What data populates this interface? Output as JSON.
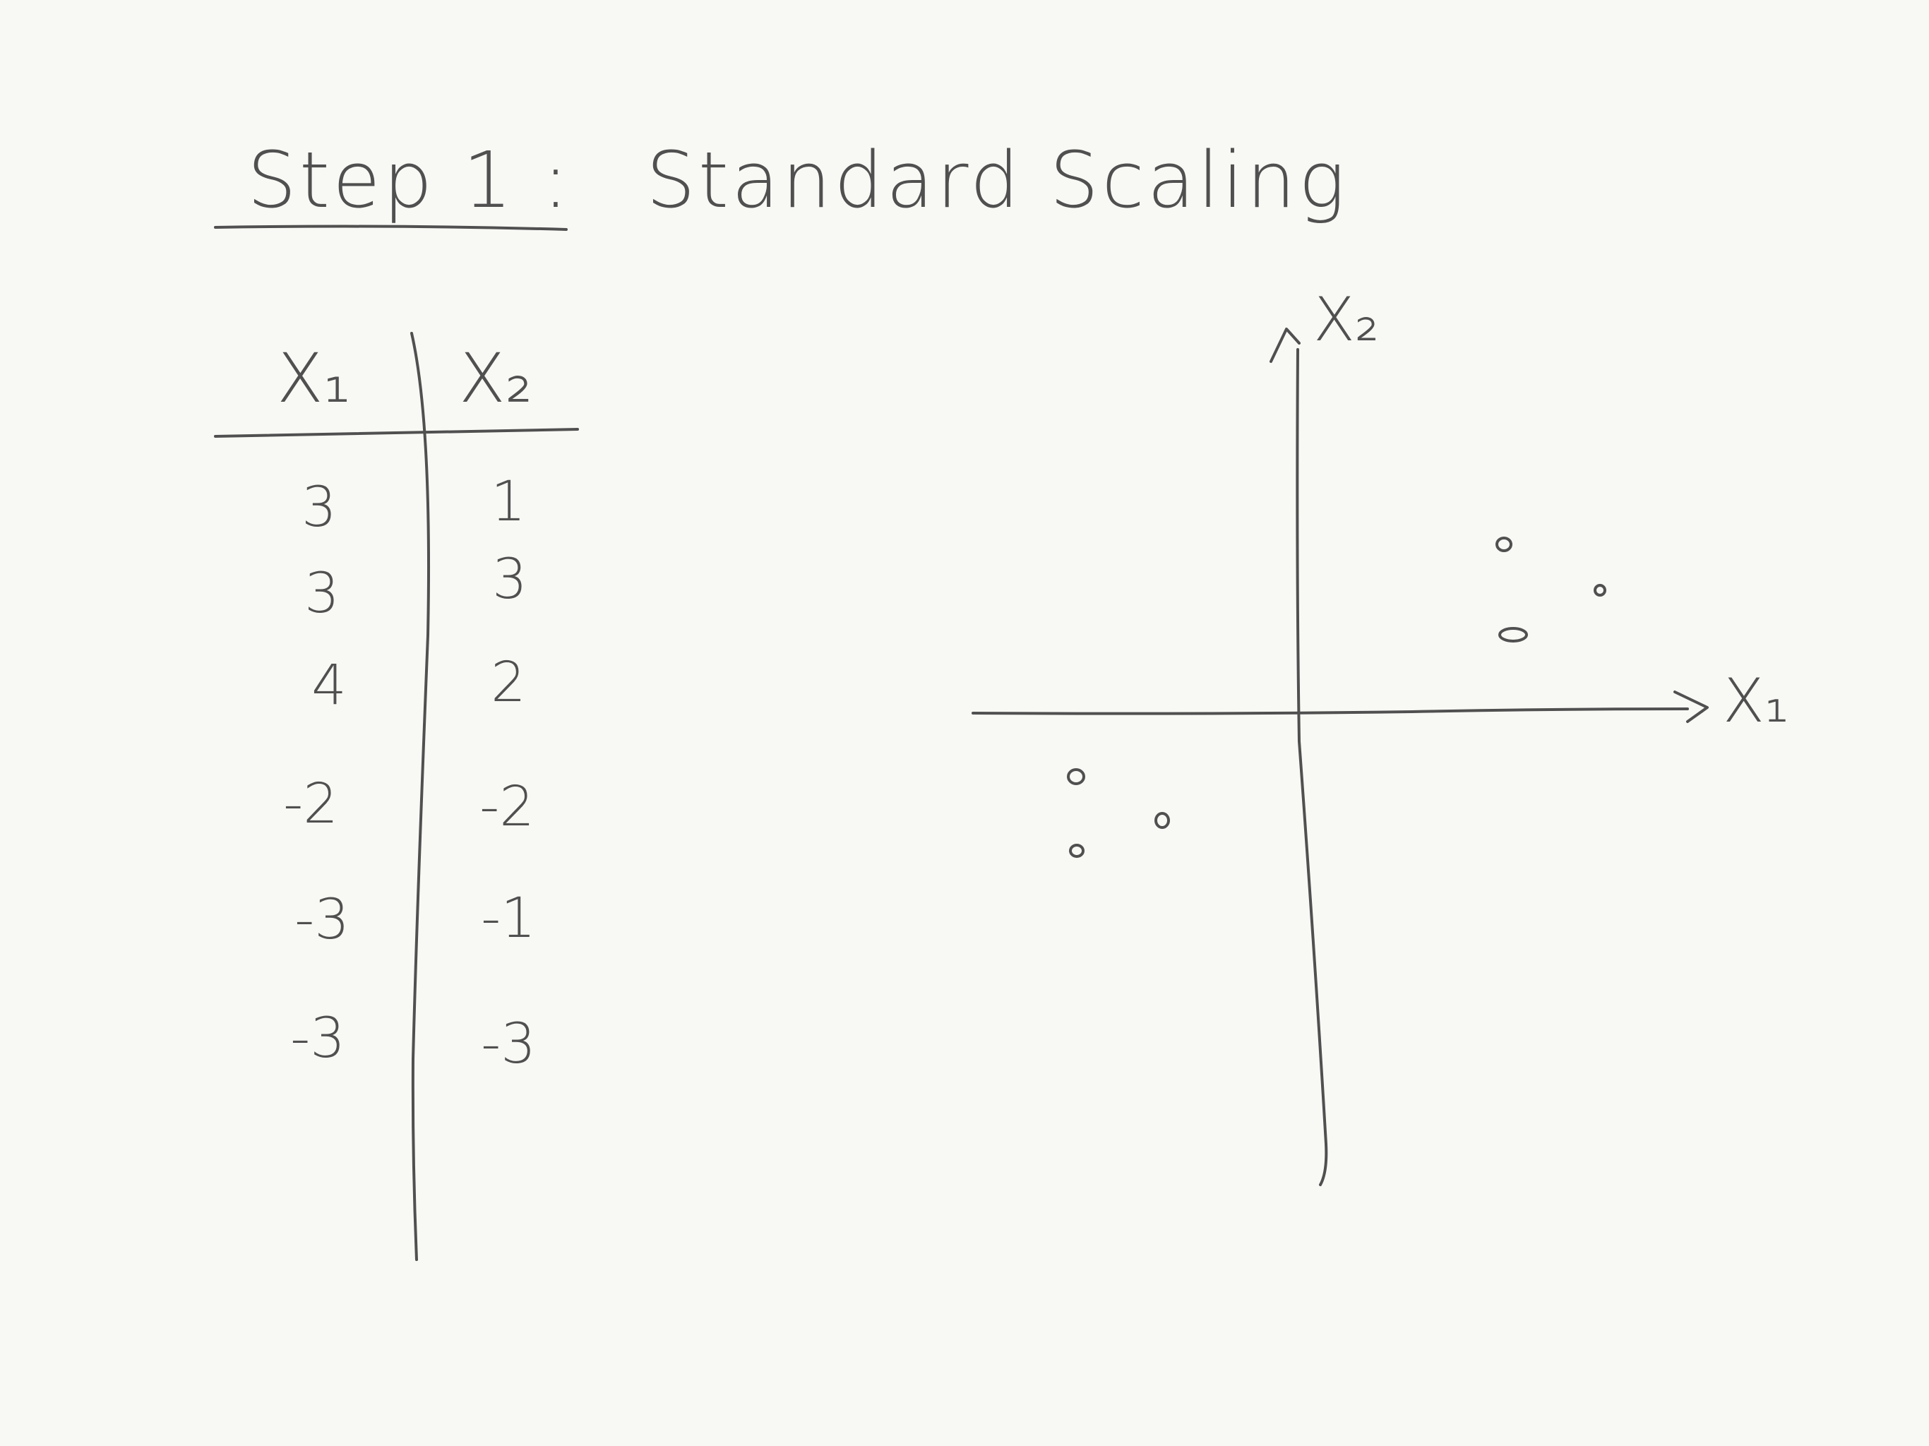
{
  "title": {
    "step": "Step 1 :",
    "text": "Standard Scaling"
  },
  "table": {
    "headers": [
      "X₁",
      "X₂"
    ],
    "rows": [
      [
        "3",
        "1"
      ],
      [
        "3",
        "3"
      ],
      [
        "4",
        "2"
      ],
      [
        "-2",
        "-2"
      ],
      [
        "-3",
        "-1"
      ],
      [
        "-3",
        "-3"
      ]
    ]
  },
  "plot": {
    "x_axis_label": "X₁",
    "y_axis_label": "X₂"
  },
  "colors": {
    "ink": "#505050",
    "background": "#f8f8f4"
  }
}
